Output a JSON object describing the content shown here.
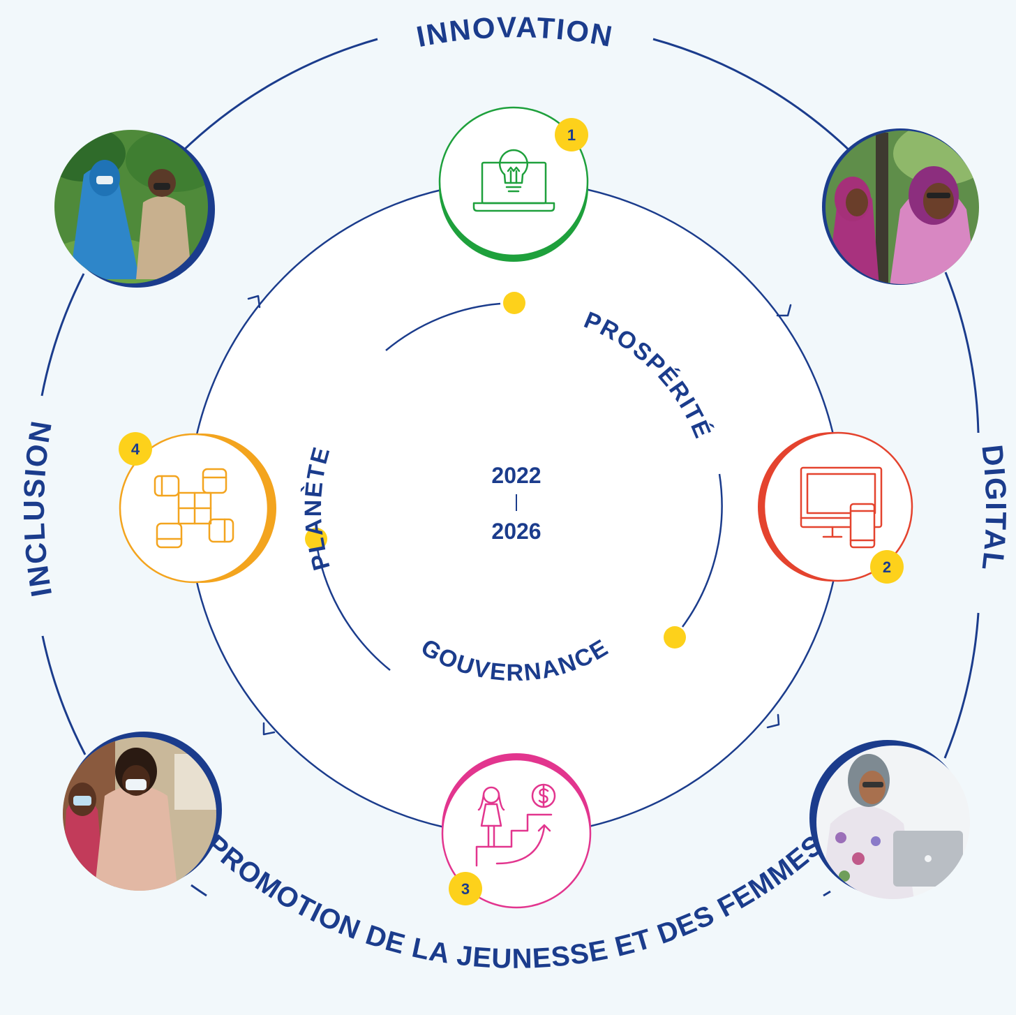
{
  "colors": {
    "navy": "#1b3c8c",
    "yellow": "#fdd11b",
    "green": "#1ea03c",
    "red": "#e4432e",
    "pink": "#e2358e",
    "orange": "#f3a41e",
    "background": "#f2f8fb"
  },
  "outer_labels": {
    "top": "INNOVATION",
    "right": "DIGITAL",
    "bottom": "PROMOTION DE LA JEUNESSE ET DES FEMMES",
    "left": "INCLUSION"
  },
  "inner_labels": {
    "prosperity": "PROSPÉRITÉ",
    "governance": "GOUVERNANCE",
    "planet": "PLANÈTE"
  },
  "years": {
    "start": "2022",
    "end": "2026"
  },
  "pillars": [
    {
      "number": "1",
      "icon": "laptop-lightbulb-icon",
      "color": "green"
    },
    {
      "number": "2",
      "icon": "computer-phone-icon",
      "color": "red"
    },
    {
      "number": "3",
      "icon": "woman-growth-icon",
      "color": "pink"
    },
    {
      "number": "4",
      "icon": "joined-hands-icon",
      "color": "orange"
    }
  ],
  "photos": [
    {
      "subject": "people-outdoors-photo"
    },
    {
      "subject": "two-smiling-women-photo"
    },
    {
      "subject": "woman-in-shop-photo"
    },
    {
      "subject": "woman-on-laptop-photo"
    }
  ]
}
